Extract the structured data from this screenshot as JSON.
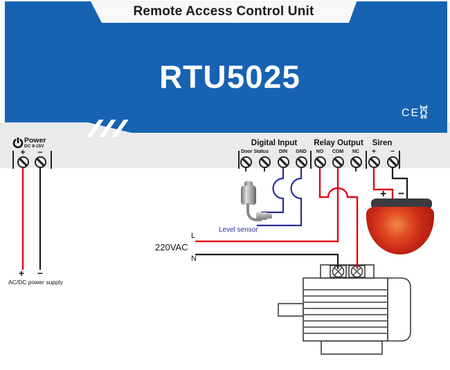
{
  "device": {
    "banner_title": "Remote Access Control Unit",
    "model": "RTU5025",
    "ce_mark": "CE"
  },
  "terminals": {
    "power": {
      "label": "Power",
      "sublabel": "DC 9-15V",
      "pins": [
        "+",
        "−"
      ]
    },
    "digital_input": {
      "label": "Digital Input",
      "pins": [
        "Door Status",
        "DIN",
        "GND"
      ]
    },
    "relay_output": {
      "label": "Relay Output",
      "pins": [
        "NO",
        "COM",
        "NC"
      ]
    },
    "siren": {
      "label": "Siren",
      "pins": [
        "+",
        "−"
      ]
    }
  },
  "wiring": {
    "power_supply_label": "AC/DC power supply",
    "power_plus": "+",
    "power_minus": "−",
    "level_sensor_label": "Level sensor",
    "mains_label": "220VAC",
    "line_label": "L",
    "neutral_label": "N",
    "siren_plus": "+",
    "siren_minus": "−"
  },
  "colors": {
    "faceplate_blue": "#1763b2",
    "terminal_band_gray": "#e9eaea",
    "wire_red": "#e30613",
    "wire_blue": "#2b2b96",
    "wire_black": "#1a1a1a",
    "beacon_red": "#c62715"
  }
}
